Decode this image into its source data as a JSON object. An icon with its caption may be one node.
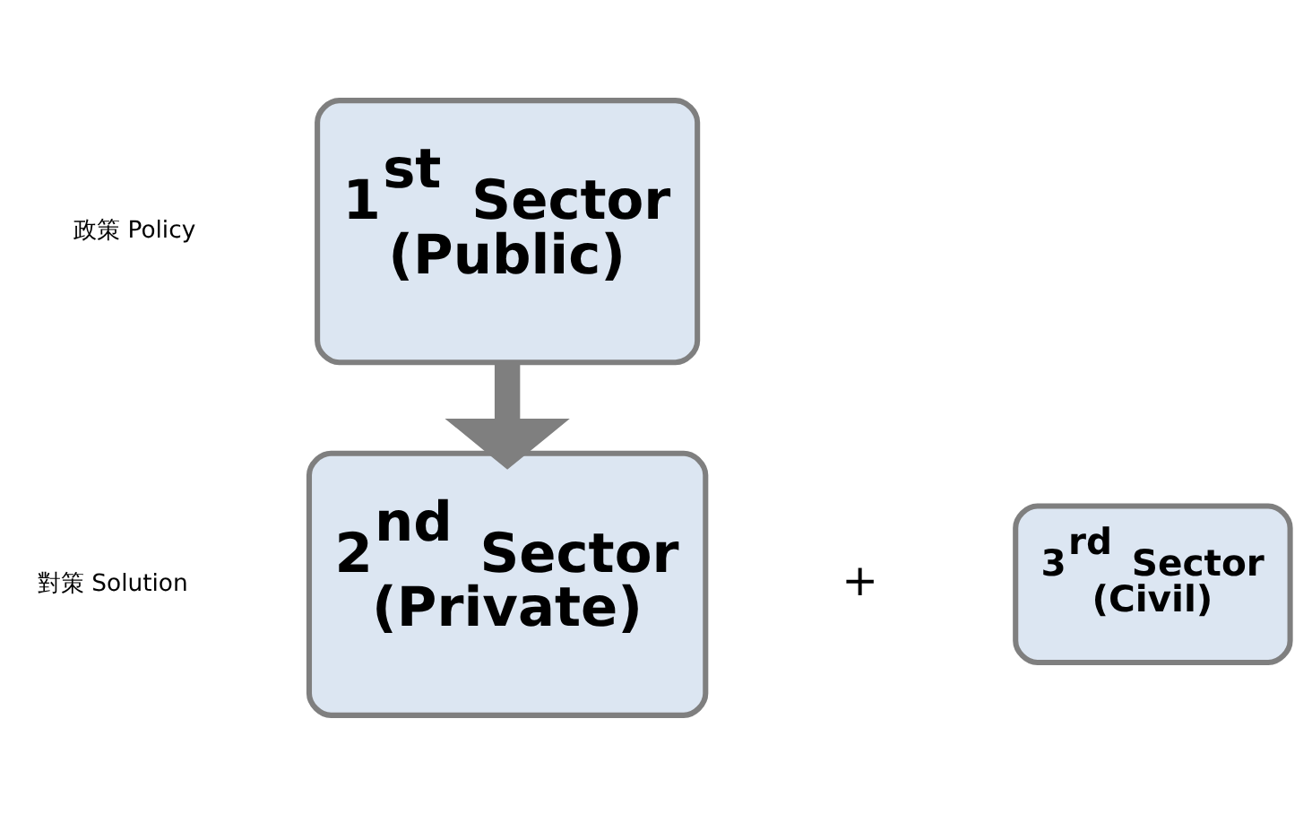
{
  "diagram": {
    "nodes": [
      {
        "text": [
          "1$^{st}$ Sector (Public)"
        ]
      },
      {
        "text": [
          "2$^{nd}$ Sector (Private)"
        ]
      },
      {
        "text": [
          "3$^{rd}$ Sector (Civil)"
        ]
      }
    ],
    "edges": [
      {
        "from": 0,
        "to": 1,
        "arrow": "to"
      }
    ],
    "labels": [
      "政策 Policy",
      "+",
      "對策 Solution"
    ]
  }
}
